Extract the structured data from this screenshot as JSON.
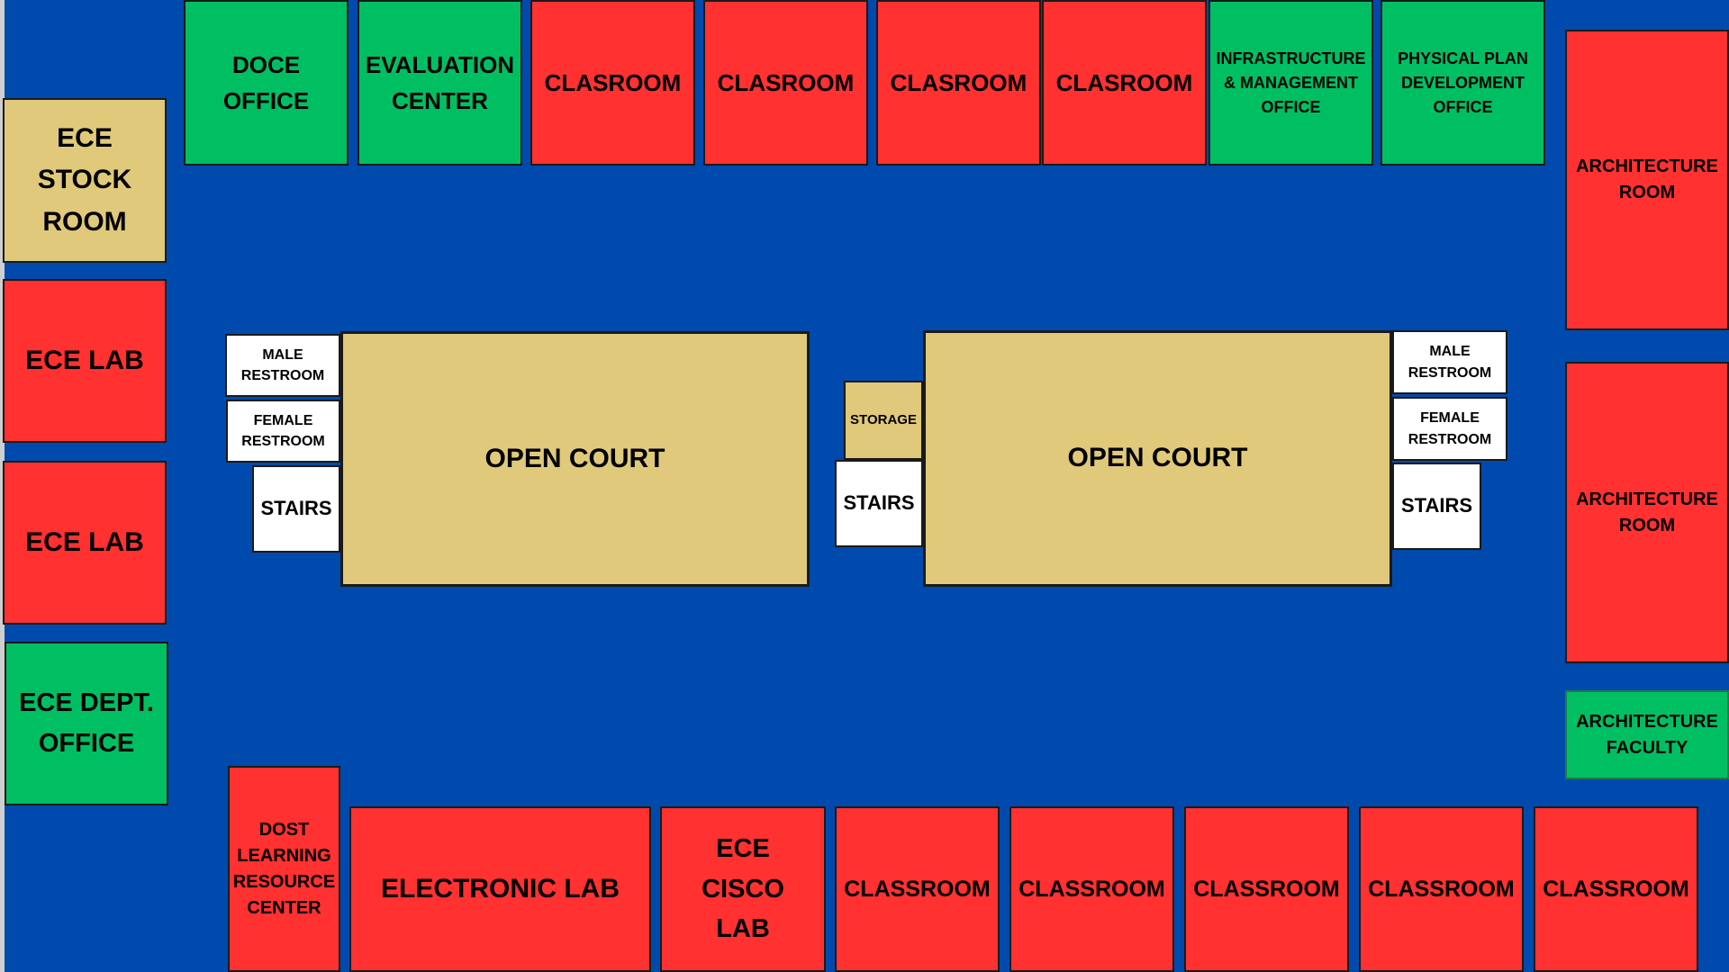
{
  "colors": {
    "corridor": "#004aad",
    "classroom": "#ff3131",
    "office": "#00bf63",
    "court": "#e0c97a",
    "utility": "#ffffff"
  },
  "rooms": {
    "ece_stock_room": "ECE\nSTOCK\nROOM",
    "ece_lab_1": "ECE LAB",
    "ece_lab_2": "ECE LAB",
    "ece_dept_office": "ECE DEPT.\nOFFICE",
    "doce_office": "DOCE\nOFFICE",
    "evaluation_center": "EVALUATION\nCENTER",
    "clasroom_1": "CLASROOM",
    "clasroom_2": "CLASROOM",
    "clasroom_3": "CLASROOM",
    "clasroom_4": "CLASROOM",
    "infrastructure_office": "INFRASTRUCTURE\n& MANAGEMENT\nOFFICE",
    "physical_plan_office": "PHYSICAL PLAN\nDEVELOPMENT\nOFFICE",
    "architecture_room_1": "ARCHITECTURE\nROOM",
    "architecture_room_2": "ARCHITECTURE\nROOM",
    "architecture_faculty": "ARCHITECTURE\nFACULTY",
    "male_restroom_left": "MALE\nRESTROOM",
    "female_restroom_left": "FEMALE\nRESTROOM",
    "stairs_left": "STAIRS",
    "open_court_left": "OPEN COURT",
    "storage": "STORAGE",
    "stairs_center": "STAIRS",
    "open_court_right": "OPEN COURT",
    "male_restroom_right": "MALE\nRESTROOM",
    "female_restroom_right": "FEMALE\nRESTROOM",
    "stairs_right": "STAIRS",
    "dost_center": "DOST\nLEARNING\nRESOURCE\nCENTER",
    "electronic_lab": "ELECTRONIC LAB",
    "ece_cisco_lab": "ECE\nCISCO\nLAB",
    "classroom_1": "CLASSROOM",
    "classroom_2": "CLASSROOM",
    "classroom_3": "CLASSROOM",
    "classroom_4": "CLASSROOM",
    "classroom_5": "CLASSROOM"
  }
}
